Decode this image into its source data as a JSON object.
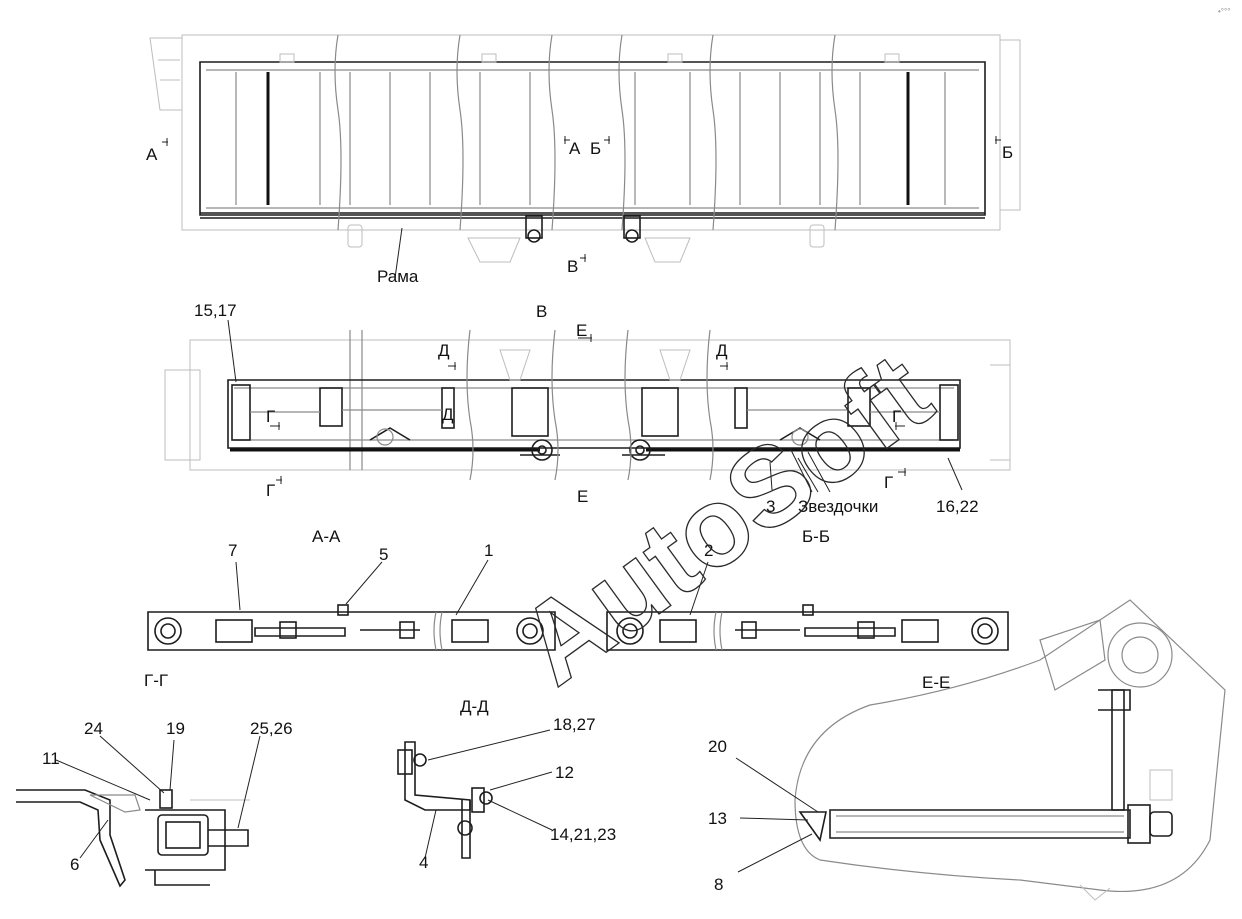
{
  "watermark": "AutoSoft",
  "corner_mark": "•°°°",
  "views": {
    "top": {
      "section_a_left": "А",
      "section_a_right": "А",
      "section_b_left": "Б",
      "section_b_right": "Б",
      "view_v": "В",
      "frame_label": "Рама"
    },
    "view_v": {
      "title": "В",
      "section_e_top": "Е",
      "section_e_bottom": "Е",
      "section_d_left": "Д",
      "section_d_mid": "Д",
      "section_d_right": "Д",
      "section_g_ll": "Г",
      "section_g_lr": "Г",
      "section_g_rl": "Г",
      "section_g_rr": "Г",
      "callouts": {
        "c1517": "15,17",
        "c3": "3",
        "sprockets": "Звездочки",
        "c1622": "16,22"
      }
    },
    "aa": {
      "title": "А-А",
      "c7": "7",
      "c5": "5",
      "c1": "1"
    },
    "bb": {
      "title": "Б-Б",
      "c2": "2"
    },
    "gg": {
      "title": "Г-Г",
      "c24": "24",
      "c19": "19",
      "c2526": "25,26",
      "c11": "11",
      "c6": "6"
    },
    "dd": {
      "title": "Д-Д",
      "c1827": "18,27",
      "c12": "12",
      "c142123": "14,21,23",
      "c4": "4"
    },
    "ee": {
      "title": "Е-Е",
      "c20": "20",
      "c13": "13",
      "c8": "8"
    }
  }
}
